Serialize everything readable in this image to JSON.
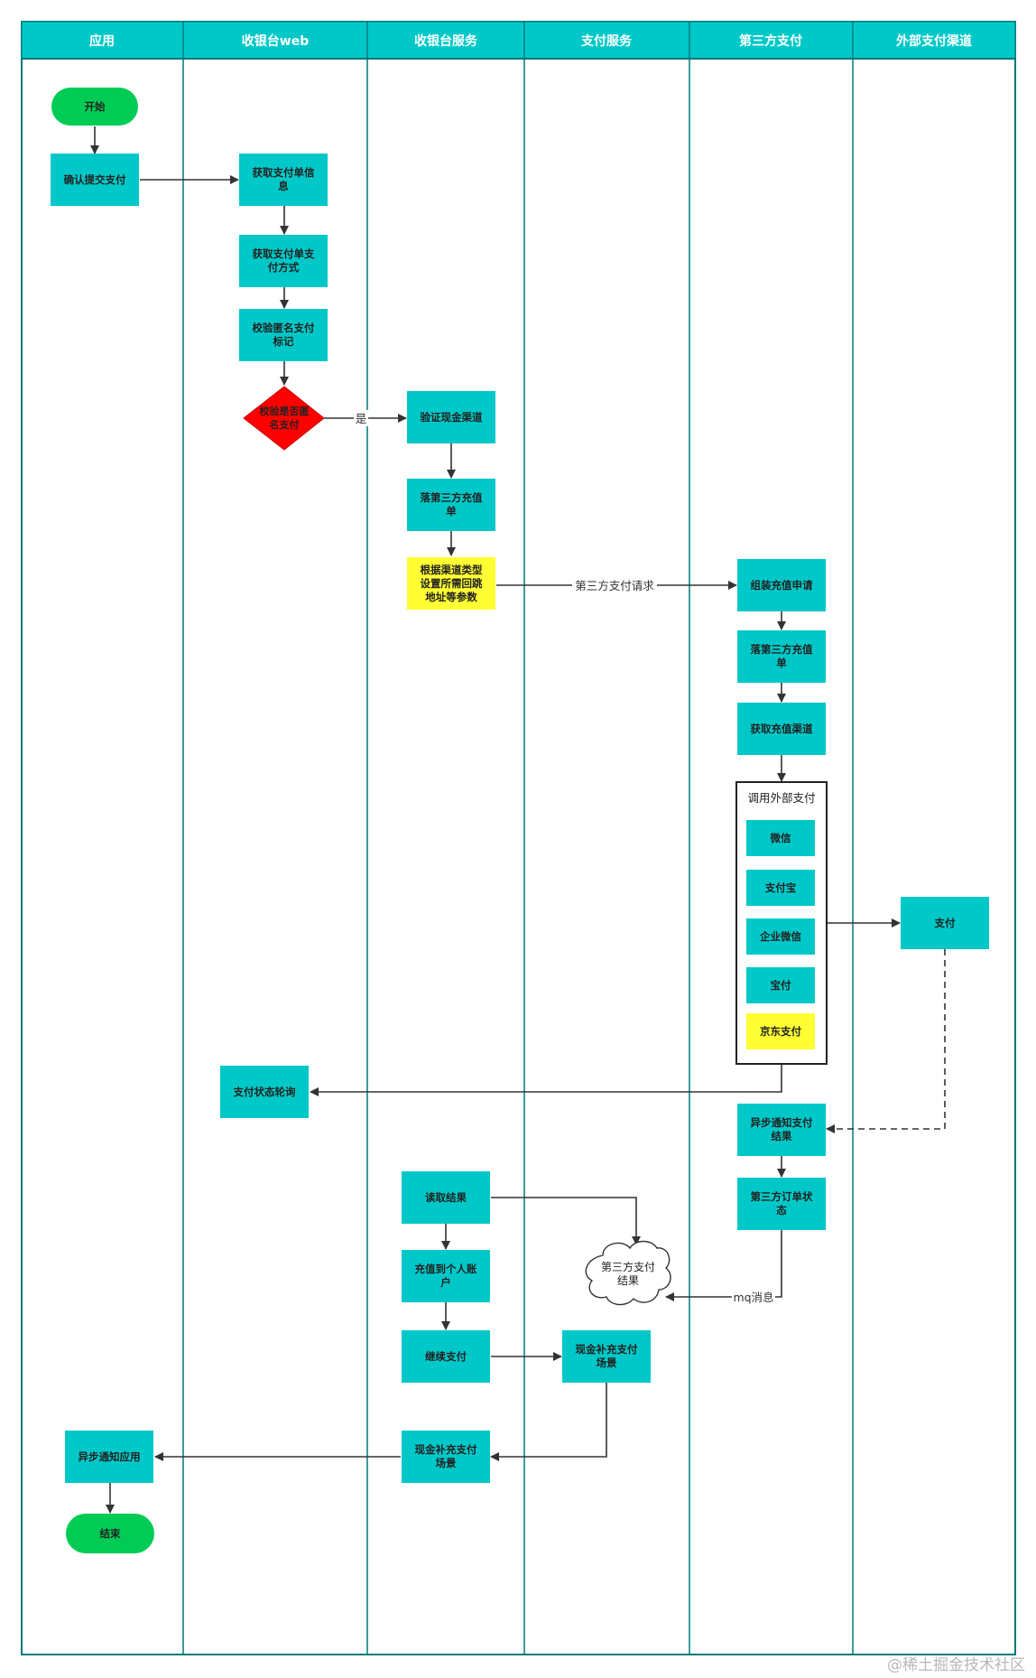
{
  "lanes": [
    {
      "id": "app",
      "label": "应用"
    },
    {
      "id": "web",
      "label": "收银台web"
    },
    {
      "id": "svc",
      "label": "收银台服务"
    },
    {
      "id": "pay",
      "label": "支付服务"
    },
    {
      "id": "third",
      "label": "第三方支付"
    },
    {
      "id": "ext",
      "label": "外部支付渠道"
    }
  ],
  "nodes": {
    "start": "开始",
    "confirm_pay": "确认提交支付",
    "get_order_info": [
      "获取支付单信",
      "息"
    ],
    "get_pay_method": [
      "获取支付单支",
      "付方式"
    ],
    "check_anon": [
      "校验匿名支付",
      "标记"
    ],
    "is_anon": [
      "校验是否匿",
      "名支付"
    ],
    "verify_cash": "验证现金渠道",
    "create_recharge_svc": [
      "落第三方充值",
      "单"
    ],
    "set_params": [
      "根据渠道类型",
      "设置所需回跳",
      "地址等参数"
    ],
    "assemble_recharge": "组装充值申请",
    "create_recharge_third": [
      "落第三方充值",
      "单"
    ],
    "get_channel": "获取充值渠道",
    "call_external": "调用外部支付",
    "wechat": "微信",
    "alipay": "支付宝",
    "wecom": "企业微信",
    "baofu": "宝付",
    "jdpay": "京东支付",
    "pay": "支付",
    "poll_status": "支付状态轮询",
    "async_notify_result": [
      "异步通知支付",
      "结果"
    ],
    "third_order_status": [
      "第三方订单状",
      "态"
    ],
    "read_result": "读取结果",
    "third_result_cloud": [
      "第三方支付",
      "结果"
    ],
    "recharge_personal": [
      "充值到个人账",
      "户"
    ],
    "continue_pay": "继续支付",
    "cash_supplement_pay": [
      "现金补充支付",
      "场景"
    ],
    "cash_supplement_svc": [
      "现金补充支付",
      "场景"
    ],
    "async_notify_app": "异步通知应用",
    "end": "结束"
  },
  "edge_labels": {
    "yes": "是",
    "third_pay_request": "第三方支付请求",
    "mq_message": "mq消息"
  },
  "colors": {
    "teal": "#00c8c8",
    "lane_line": "#007a7a",
    "green": "#00cc55",
    "red": "#ff0000",
    "yellow": "#ffff33",
    "edge": "#333333"
  },
  "watermark": "@稀土掘金技术社区"
}
